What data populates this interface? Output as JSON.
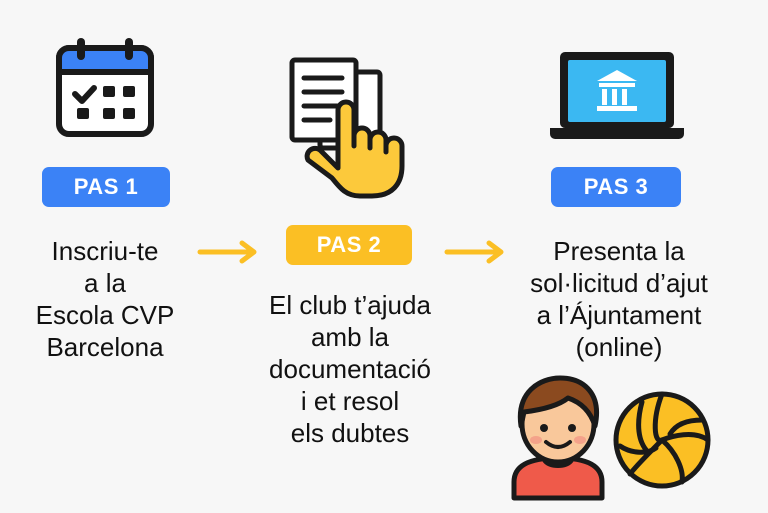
{
  "colors": {
    "blue": "#3b82f6",
    "yellow": "#fbbf24",
    "outline": "#1a1a1a",
    "skin": "#f9c89b",
    "shirt": "#ef5a4a",
    "hair": "#8b4a1f"
  },
  "icons": {
    "step1": "calendar-icon",
    "step2": "document-hand-icon",
    "step3": "laptop-government-icon",
    "person": "child-avatar-icon",
    "ball": "volleyball-icon"
  },
  "steps": [
    {
      "badge": "PAS 1",
      "lines": [
        "Inscriu-te",
        "a la",
        "Escola CVP",
        "Barcelona"
      ]
    },
    {
      "badge": "PAS 2",
      "lines": [
        "El club t’ajuda",
        "amb la",
        "documentació",
        "i et resol",
        "els dubtes"
      ]
    },
    {
      "badge": "PAS 3",
      "lines": [
        "Presenta la",
        "sol·licitud d’ajut",
        "a l’Ájuntament",
        "(online)"
      ]
    }
  ]
}
